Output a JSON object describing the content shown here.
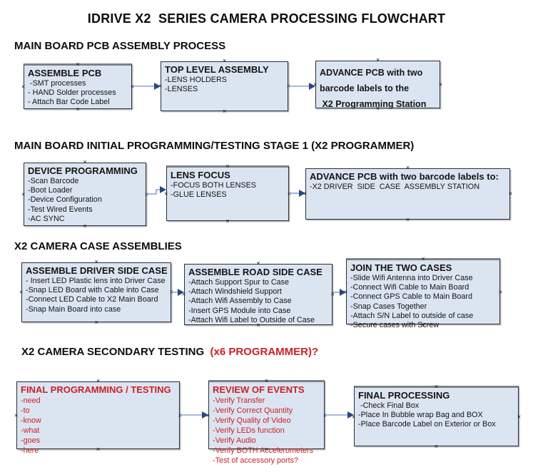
{
  "title": "IDRIVE X2  SERIES CAMERA PROCESSING FLOWCHART",
  "colors": {
    "box_fill": "#dbe5f1",
    "box_border": "#2a2e34",
    "red_text": "#cb2026",
    "arrow_line": "#8ba3c7",
    "arrow_head": "#27477f"
  },
  "icons": {
    "connection_handle": "×"
  },
  "sections": [
    {
      "heading": "MAIN BOARD PCB ASSEMBLY PROCESS",
      "boxes": [
        {
          "id": "r1a",
          "header": "ASSEMBLE PCB",
          "items": [
            " -SMT processes",
            "- HAND Solder processes",
            "- Attach Bar Code Label"
          ]
        },
        {
          "id": "r1b",
          "header": "TOP LEVEL ASSEMBLY",
          "items": [
            "-LENS HOLDERS",
            "-LENSES"
          ]
        },
        {
          "id": "r1c",
          "header": "",
          "items": [
            "ADVANCE PCB with two",
            "barcode labels to the",
            " X2 Programming Station"
          ]
        }
      ]
    },
    {
      "heading": "MAIN BOARD INITIAL PROGRAMMING/TESTING STAGE 1 (X2 PROGRAMMER)",
      "boxes": [
        {
          "id": "r2a",
          "header": "DEVICE PROGRAMMING",
          "items": [
            "-Scan Barcode",
            "-Boot Loader",
            "-Device Configuration",
            "-Test Wired Events",
            "-AC SYNC"
          ]
        },
        {
          "id": "r2b",
          "header": "LENS FOCUS",
          "items": [
            "-FOCUS BOTH LENSES",
            "-GLUE LENSES"
          ]
        },
        {
          "id": "r2c",
          "header": "ADVANCE PCB with two barcode labels to:",
          "items": [
            "-X2 DRIVER  SIDE  CASE  ASSEMBLY STATION"
          ]
        }
      ]
    },
    {
      "heading": "X2 CAMERA CASE ASSEMBLIES",
      "boxes": [
        {
          "id": "r3a",
          "header": "ASSEMBLE DRIVER SIDE CASE",
          "items": [
            "- Insert LED Plastic lens into Driver Case",
            "-Snap LED Board with Cable into Case",
            "-Connect LED Cable to X2 Main Board",
            "-Snap Main Board into case"
          ]
        },
        {
          "id": "r3b",
          "header": "ASSEMBLE ROAD SIDE CASE",
          "items": [
            "-Attach Support Spur to Case",
            "-Attach Windshield Support",
            "-Attach Wifi Assembly to Case",
            "-Insert GPS Module into Case",
            "-Attach Wifi Label to Outside of Case"
          ]
        },
        {
          "id": "r3c",
          "header": "JOIN THE TWO CASES",
          "items": [
            "-Slide Wifi Antenna into Driver Case",
            "-Connect Wifi Cable to Main Board",
            "-Connect GPS Cable to Main Board",
            "-Snap Cases Together",
            "-Attach S/N Label to outside of case",
            "-Secure cases with Screw"
          ]
        }
      ]
    },
    {
      "heading": "X2 CAMERA SECONDARY TESTING",
      "heading_red": "  (x6 PROGRAMMER)?",
      "boxes": [
        {
          "id": "r4a",
          "header": "FINAL PROGRAMMING / TESTING",
          "items": [
            "-need",
            "-to",
            "-know",
            "-what",
            "-goes",
            "-here"
          ]
        },
        {
          "id": "r4b",
          "header": "REVIEW OF EVENTS",
          "items": [
            "-Verify Transfer",
            "-Verify Correct Quantity",
            "-Verify Quality of Video",
            "-Verify LEDs function",
            "-Verify Audio",
            "-Verify BOTH Accelerometers",
            "-Test of accessory ports?"
          ]
        },
        {
          "id": "r4c",
          "header": "FINAL PROCESSING",
          "items": [
            " -Check Final Box",
            "-Place In Bubble wrap Bag and BOX",
            "-Place Barcode Label on Exterior or Box"
          ]
        }
      ]
    }
  ]
}
